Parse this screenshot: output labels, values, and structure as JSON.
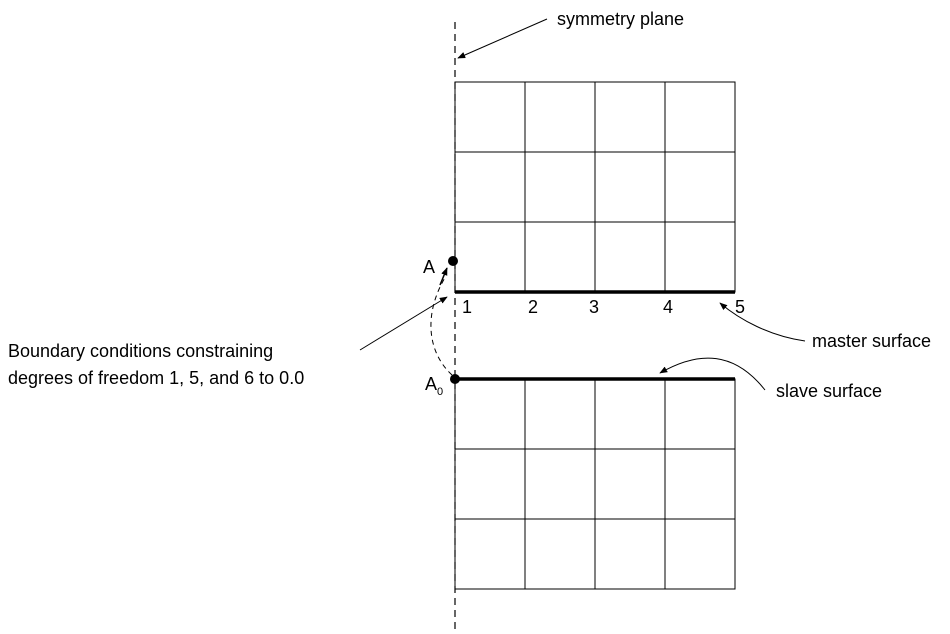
{
  "labels": {
    "symmetry_plane": "symmetry plane",
    "master_surface": "master surface",
    "slave_surface": "slave surface",
    "boundary_line1": "Boundary conditions constraining",
    "boundary_line2": "degrees of freedom 1, 5, and 6 to 0.0",
    "point_a": "A",
    "point_a0_main": "A",
    "point_a0_sub": "0"
  },
  "node_numbers": [
    "1",
    "2",
    "3",
    "4",
    "5"
  ],
  "colors": {
    "line": "#000000",
    "background": "#ffffff"
  }
}
